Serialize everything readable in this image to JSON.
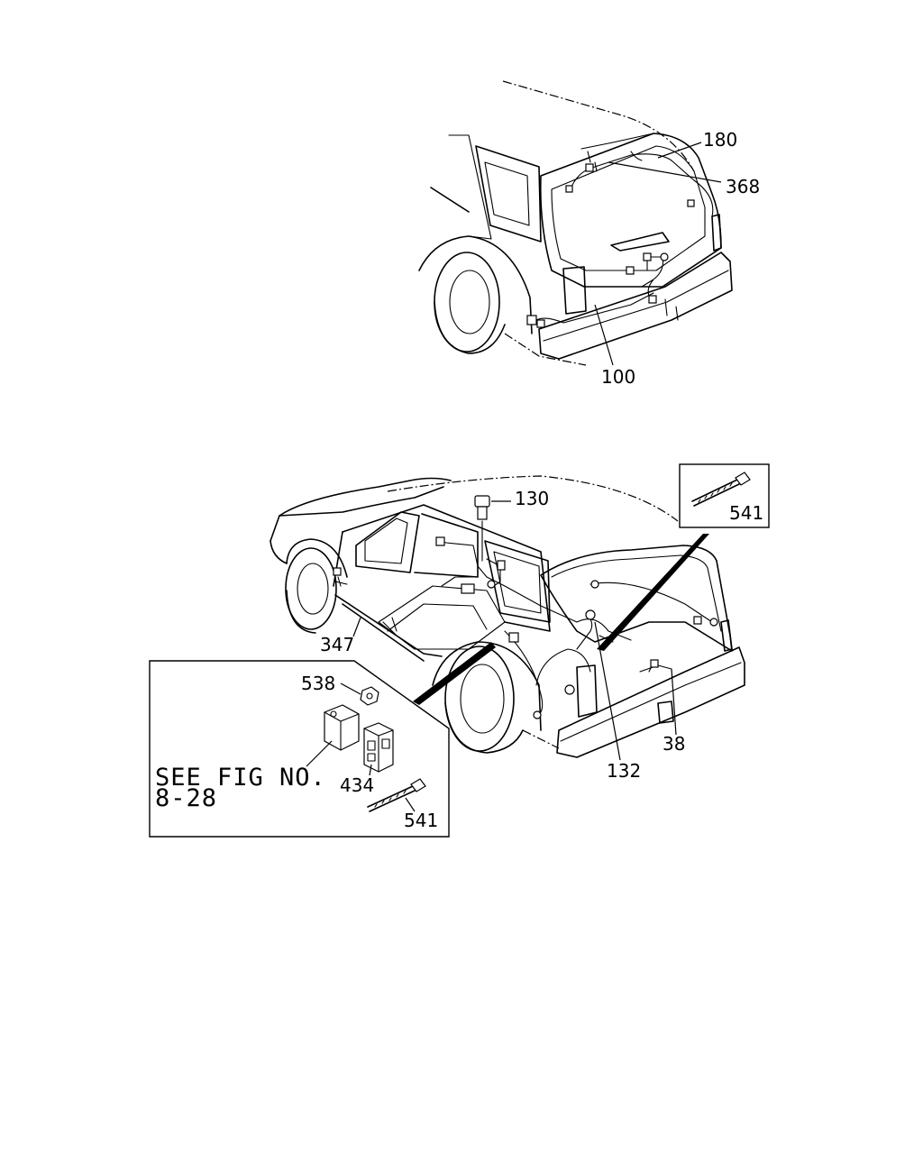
{
  "diagram": {
    "top_view": {
      "callouts": [
        "180",
        "368",
        "100"
      ]
    },
    "bottom_view": {
      "callouts": [
        "130",
        "347",
        "132",
        "38"
      ],
      "inset_tie": {
        "callout": "541"
      }
    },
    "detail_box": {
      "callouts": [
        "538",
        "434",
        "541"
      ],
      "note_line1": "SEE FIG NO.",
      "note_line2": "8-28"
    }
  }
}
